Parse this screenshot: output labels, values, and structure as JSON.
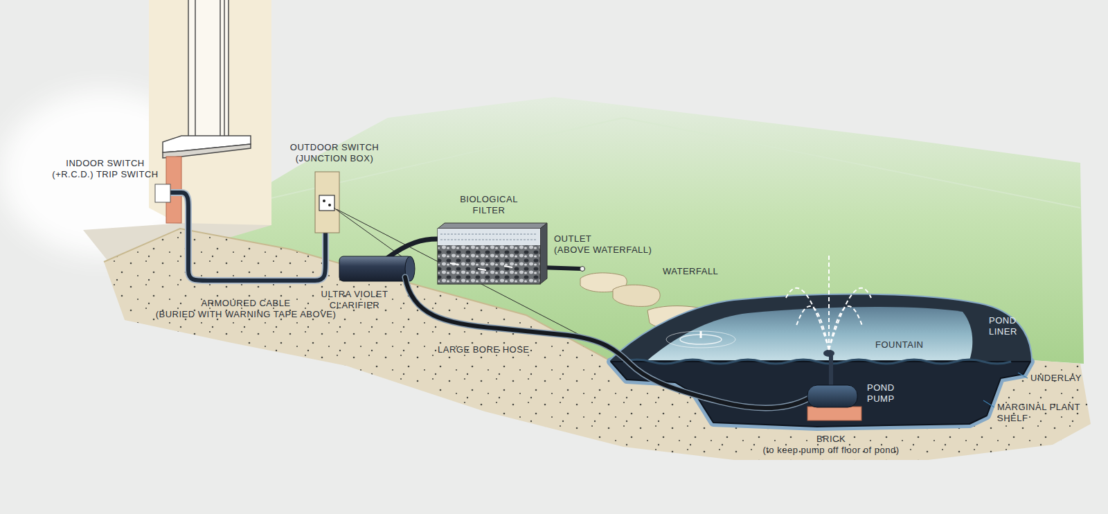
{
  "diagram": {
    "labels": [
      "INDOOR SWITCH (+R.C.D.) TRIP SWITCH",
      "OUTDOOR SWITCH (JUNCTION BOX)",
      "BIOLOGICAL FILTER",
      "OUTLET (ABOVE WATERFALL)",
      "WATERFALL",
      "ARMOURED CABLE (BURIED WITH WARNING TAPE ABOVE)",
      "ULTRA VIOLET CLARIFIER",
      "LARGE BORE HOSE",
      "FOUNTAIN",
      "POND LINER",
      "POND PUMP",
      "UNDERLAY",
      "MARGINAL PLANT SHELF",
      "BRICK (to keep pump off floor of pond)"
    ]
  }
}
